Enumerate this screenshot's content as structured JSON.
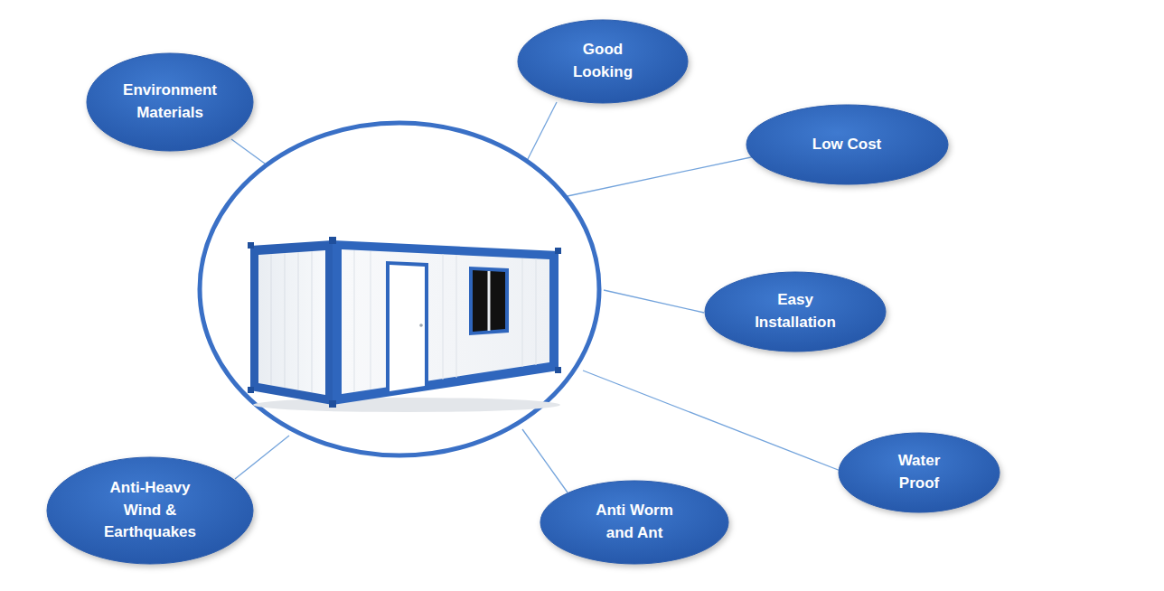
{
  "diagram": {
    "nodes": [
      {
        "text": [
          "Good Looking"
        ]
      },
      {
        "text": [
          "Environment Materials"
        ]
      },
      {
        "text": [
          "Low Cost"
        ]
      },
      {
        "text": [
          "Easy Installation"
        ]
      },
      {
        "text": [
          "Water Proof"
        ]
      },
      {
        "text": [
          "Anti-Heavy Wind & Earthquakes"
        ]
      },
      {
        "text": [
          "Anti Worm and Ant"
        ]
      }
    ]
  }
}
